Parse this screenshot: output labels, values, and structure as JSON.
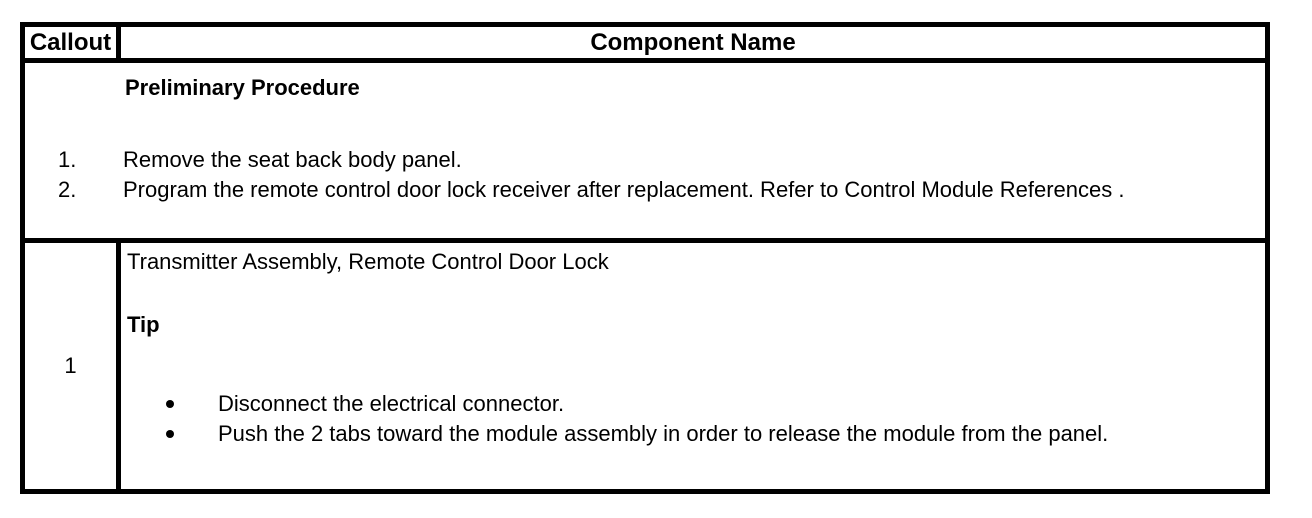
{
  "colors": {
    "border": "#000000",
    "text": "#000000",
    "background": "#ffffff"
  },
  "table": {
    "header": {
      "callout_label": "Callout",
      "component_label": "Component Name"
    },
    "preliminary_row": {
      "heading": "Preliminary Procedure",
      "steps": [
        {
          "marker": "1.",
          "text": "Remove the seat back body panel."
        },
        {
          "marker": "2.",
          "text": "Program the remote control door lock receiver after replacement. Refer to Control Module References ."
        }
      ]
    },
    "callout_row": {
      "callout": "1",
      "component_name": "Transmitter Assembly, Remote Control Door Lock",
      "tip_label": "Tip",
      "tip_items": [
        "Disconnect the electrical connector.",
        "Push the 2 tabs toward the module assembly in order to release the module from the panel."
      ]
    }
  }
}
